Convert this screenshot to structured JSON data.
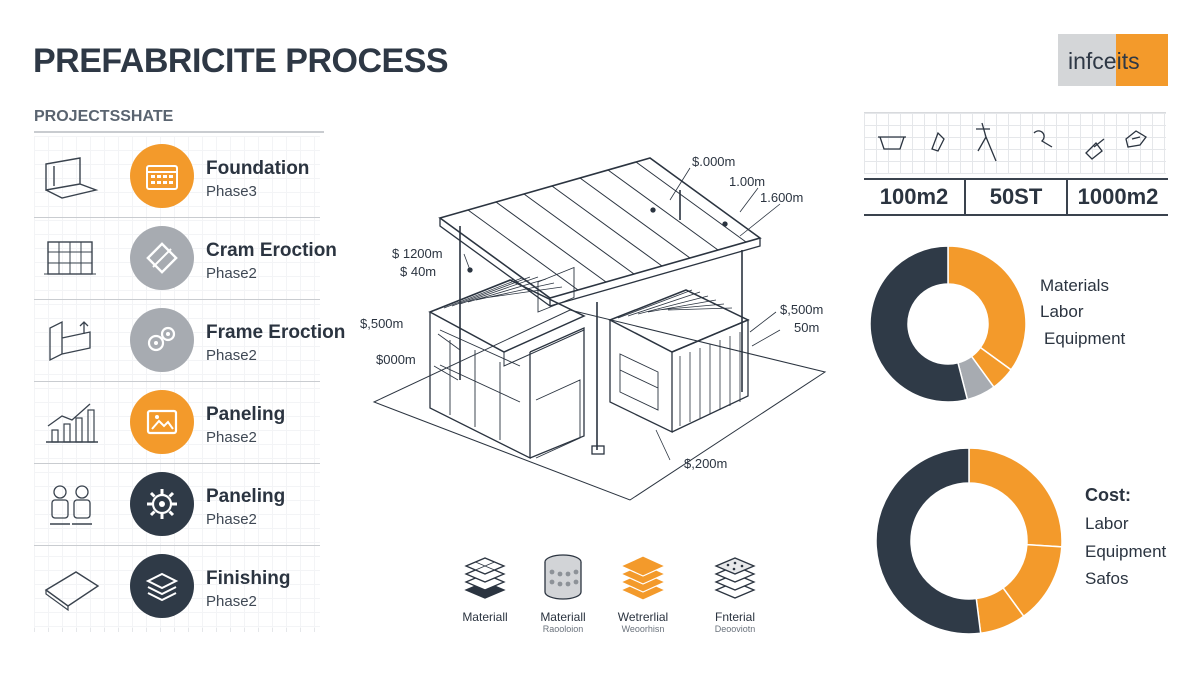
{
  "header": {
    "title": "PREFABRICITE PROCESS",
    "logo_text": "infceits"
  },
  "colors": {
    "accent": "#f39a2b",
    "dark": "#2f3a47",
    "gray": "#a7abb1"
  },
  "project": {
    "subheading": "PROJECTSSHATE",
    "phases": [
      {
        "name": "Foundation",
        "sub": "Phase3",
        "style": "orange",
        "icon": "calendar-icon"
      },
      {
        "name": "Cram Eroction",
        "sub": "Phase2",
        "style": "gray",
        "icon": "beam-icon"
      },
      {
        "name": "Frame Eroction",
        "sub": "Phase2",
        "style": "gray",
        "icon": "gears-icon"
      },
      {
        "name": "Paneling",
        "sub": "Phase2",
        "style": "orange",
        "icon": "panel-icon"
      },
      {
        "name": "Paneling",
        "sub": "Phase2",
        "style": "dark",
        "icon": "gear-icon"
      },
      {
        "name": "Finishing",
        "sub": "Phase2",
        "style": "dark",
        "icon": "layers-icon"
      }
    ]
  },
  "drawing": {
    "dimensions": [
      "$.000m",
      "1.00m",
      "1.600m",
      "$ 1200m",
      "$ 40m",
      "$,500m",
      "$000m",
      "$,500m",
      "50m",
      "$,200m"
    ]
  },
  "materials": [
    {
      "label": "Materiall",
      "sub": "",
      "icon": "tile-stack-icon"
    },
    {
      "label": "Materiall",
      "sub": "Raooloion",
      "icon": "cylinder-icon"
    },
    {
      "label": "Wetrerlial",
      "sub": "Weoorhisn",
      "icon": "orange-stack-icon"
    },
    {
      "label": "Fnterial",
      "sub": "Deooviotn",
      "icon": "pattern-stack-icon"
    }
  ],
  "stats": [
    "100m2",
    "50ST",
    "1000m2"
  ],
  "chart_data": [
    {
      "type": "pie",
      "categories": [
        "Materials",
        "Labor",
        "Equipment"
      ],
      "legend": "right"
    },
    {
      "type": "pie",
      "title": "Cost:",
      "categories": [
        "Labor",
        "Equipment",
        "Safos"
      ],
      "legend": "right"
    }
  ],
  "donut_segments": [
    {
      "value": 35,
      "color": "#f39a2b"
    },
    {
      "value": 5,
      "color": "#f39a2b"
    },
    {
      "value": 6,
      "color": "#a7abb1"
    },
    {
      "value": 54,
      "color": "#2f3a47"
    }
  ],
  "donut2_segments": [
    {
      "value": 26,
      "color": "#f39a2b"
    },
    {
      "value": 14,
      "color": "#f39a2b"
    },
    {
      "value": 8,
      "color": "#f39a2b"
    },
    {
      "value": 52,
      "color": "#2f3a47"
    }
  ]
}
